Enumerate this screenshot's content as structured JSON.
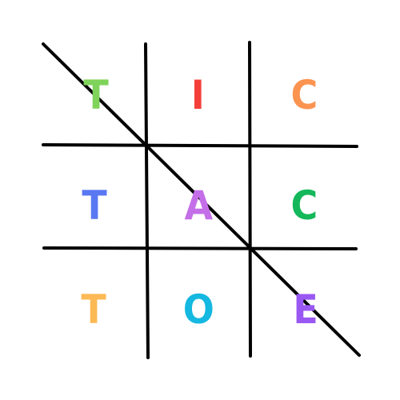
{
  "board": {
    "cells": [
      {
        "letter": "T",
        "color": "#7fd35a"
      },
      {
        "letter": "I",
        "color": "#f5403a"
      },
      {
        "letter": "C",
        "color": "#fb9450"
      },
      {
        "letter": "T",
        "color": "#5a78f2"
      },
      {
        "letter": "A",
        "color": "#c46ee8"
      },
      {
        "letter": "C",
        "color": "#14b85a"
      },
      {
        "letter": "T",
        "color": "#fdb954"
      },
      {
        "letter": "O",
        "color": "#14b8e0"
      },
      {
        "letter": "E",
        "color": "#9a58f2"
      }
    ],
    "winning_line": "diagonal-top-left-to-bottom-right",
    "line_color": "#000000"
  }
}
